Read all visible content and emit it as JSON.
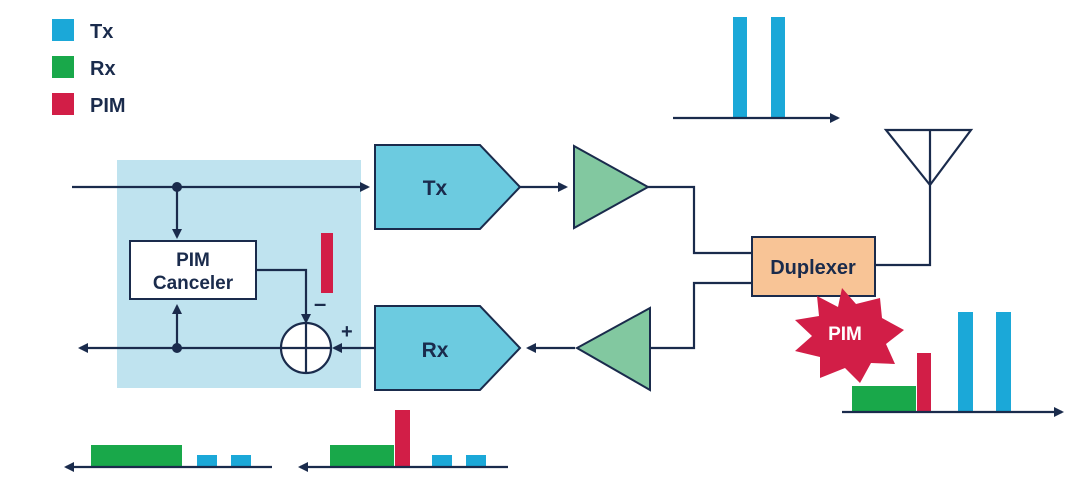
{
  "legend": [
    {
      "label": "Tx",
      "color": "#1ba8d8"
    },
    {
      "label": "Rx",
      "color": "#19a84a"
    },
    {
      "label": "PIM",
      "color": "#d21e47"
    }
  ],
  "blocks": {
    "tx": "Tx",
    "rx": "Rx",
    "pim_canceler_line1": "PIM",
    "pim_canceler_line2": "Canceler",
    "duplexer": "Duplexer",
    "pim_burst": "PIM"
  },
  "summer_signs": {
    "minus": "–",
    "plus": "+"
  },
  "colors": {
    "wire": "#1a2b4c",
    "canceler_region": "#bfe3ef",
    "tx_rx_block": "#6ccbe0",
    "amplifier": "#82c8a0",
    "duplexer": "#f8c496",
    "pim_burst": "#d21e47",
    "tx_signal": "#1ba8d8",
    "rx_signal": "#19a84a",
    "pim_signal": "#d21e47"
  },
  "icons": [
    "antenna-icon",
    "amplifier-icon",
    "summing-junction-icon",
    "starburst-icon"
  ]
}
